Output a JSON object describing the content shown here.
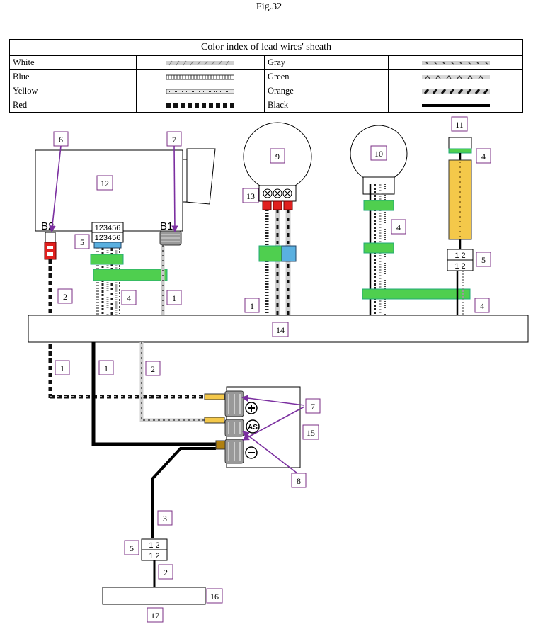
{
  "figure": {
    "title": "Fig.32"
  },
  "legend": {
    "title": "Color index of lead wires' sheath",
    "rows": [
      [
        {
          "name": "White",
          "style": "white"
        },
        {
          "name": "Gray",
          "style": "gray"
        }
      ],
      [
        {
          "name": "Blue",
          "style": "blue"
        },
        {
          "name": "Green",
          "style": "green"
        }
      ],
      [
        {
          "name": "Yellow",
          "style": "yellow"
        },
        {
          "name": "Orange",
          "style": "orange"
        }
      ],
      [
        {
          "name": "Red",
          "style": "red"
        },
        {
          "name": "Black",
          "style": "black"
        }
      ]
    ]
  },
  "callouts": {
    "c1": "1",
    "c2": "2",
    "c3": "3",
    "c4": "4",
    "c5": "5",
    "c6": "6",
    "c7": "7",
    "c8": "8",
    "c9": "9",
    "c10": "10",
    "c11": "11",
    "c12": "12",
    "c13": "13",
    "c14": "14",
    "c15": "15",
    "c16": "16",
    "c17": "17"
  },
  "terminals": {
    "b2": "B2",
    "b1": "B1"
  },
  "connector_pins": {
    "six": "123456",
    "two": "1 2"
  },
  "colors": {
    "callout_border": "#7b2f86",
    "arrow": "#7b2fa0",
    "green_tape": "#4fcf4f",
    "blue_tape": "#5ab0e0",
    "red_terminal": "#e0201e",
    "yellow_tube": "#f4c84a",
    "bronze": "#b08010"
  }
}
